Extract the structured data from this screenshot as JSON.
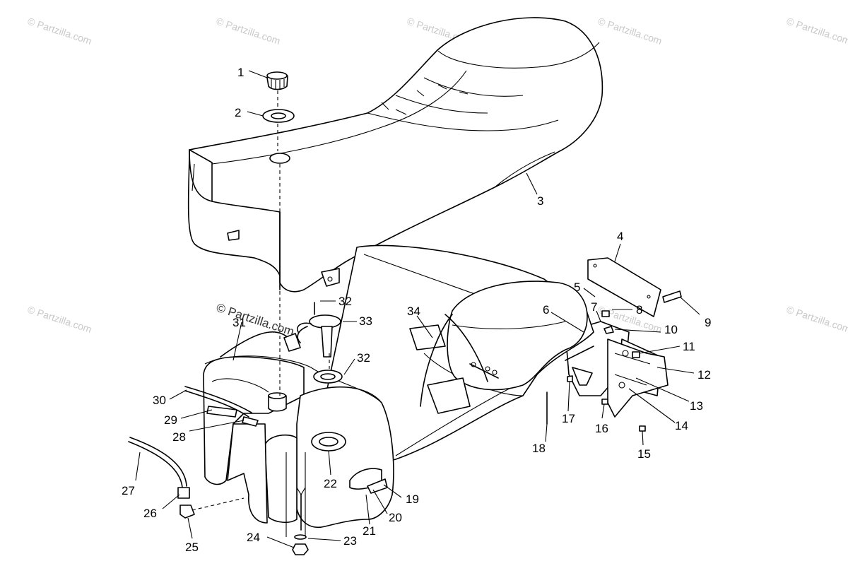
{
  "watermark": {
    "text": "© Partzilla.com",
    "color": "#c9c9c9"
  },
  "inline_watermark": "© Partzilla.com",
  "callouts": {
    "c1": "1",
    "c2": "2",
    "c3": "3",
    "c4": "4",
    "c5": "5",
    "c6": "6",
    "c7": "7",
    "c8": "8",
    "c9": "9",
    "c10": "10",
    "c11": "11",
    "c12": "12",
    "c13": "13",
    "c14": "14",
    "c15": "15",
    "c16": "16",
    "c17": "17",
    "c18": "18",
    "c19": "19",
    "c20": "20",
    "c21": "21",
    "c22": "22",
    "c23": "23",
    "c24": "24",
    "c25": "25",
    "c26": "26",
    "c27": "27",
    "c28": "28",
    "c29": "29",
    "c30": "30",
    "c31": "31",
    "c32a": "32",
    "c32b": "32",
    "c33": "33",
    "c34": "34"
  },
  "parts": {
    "seat": "seat-assembly",
    "fuel_tank": "fuel-tank",
    "base_pan": "base-pan"
  }
}
